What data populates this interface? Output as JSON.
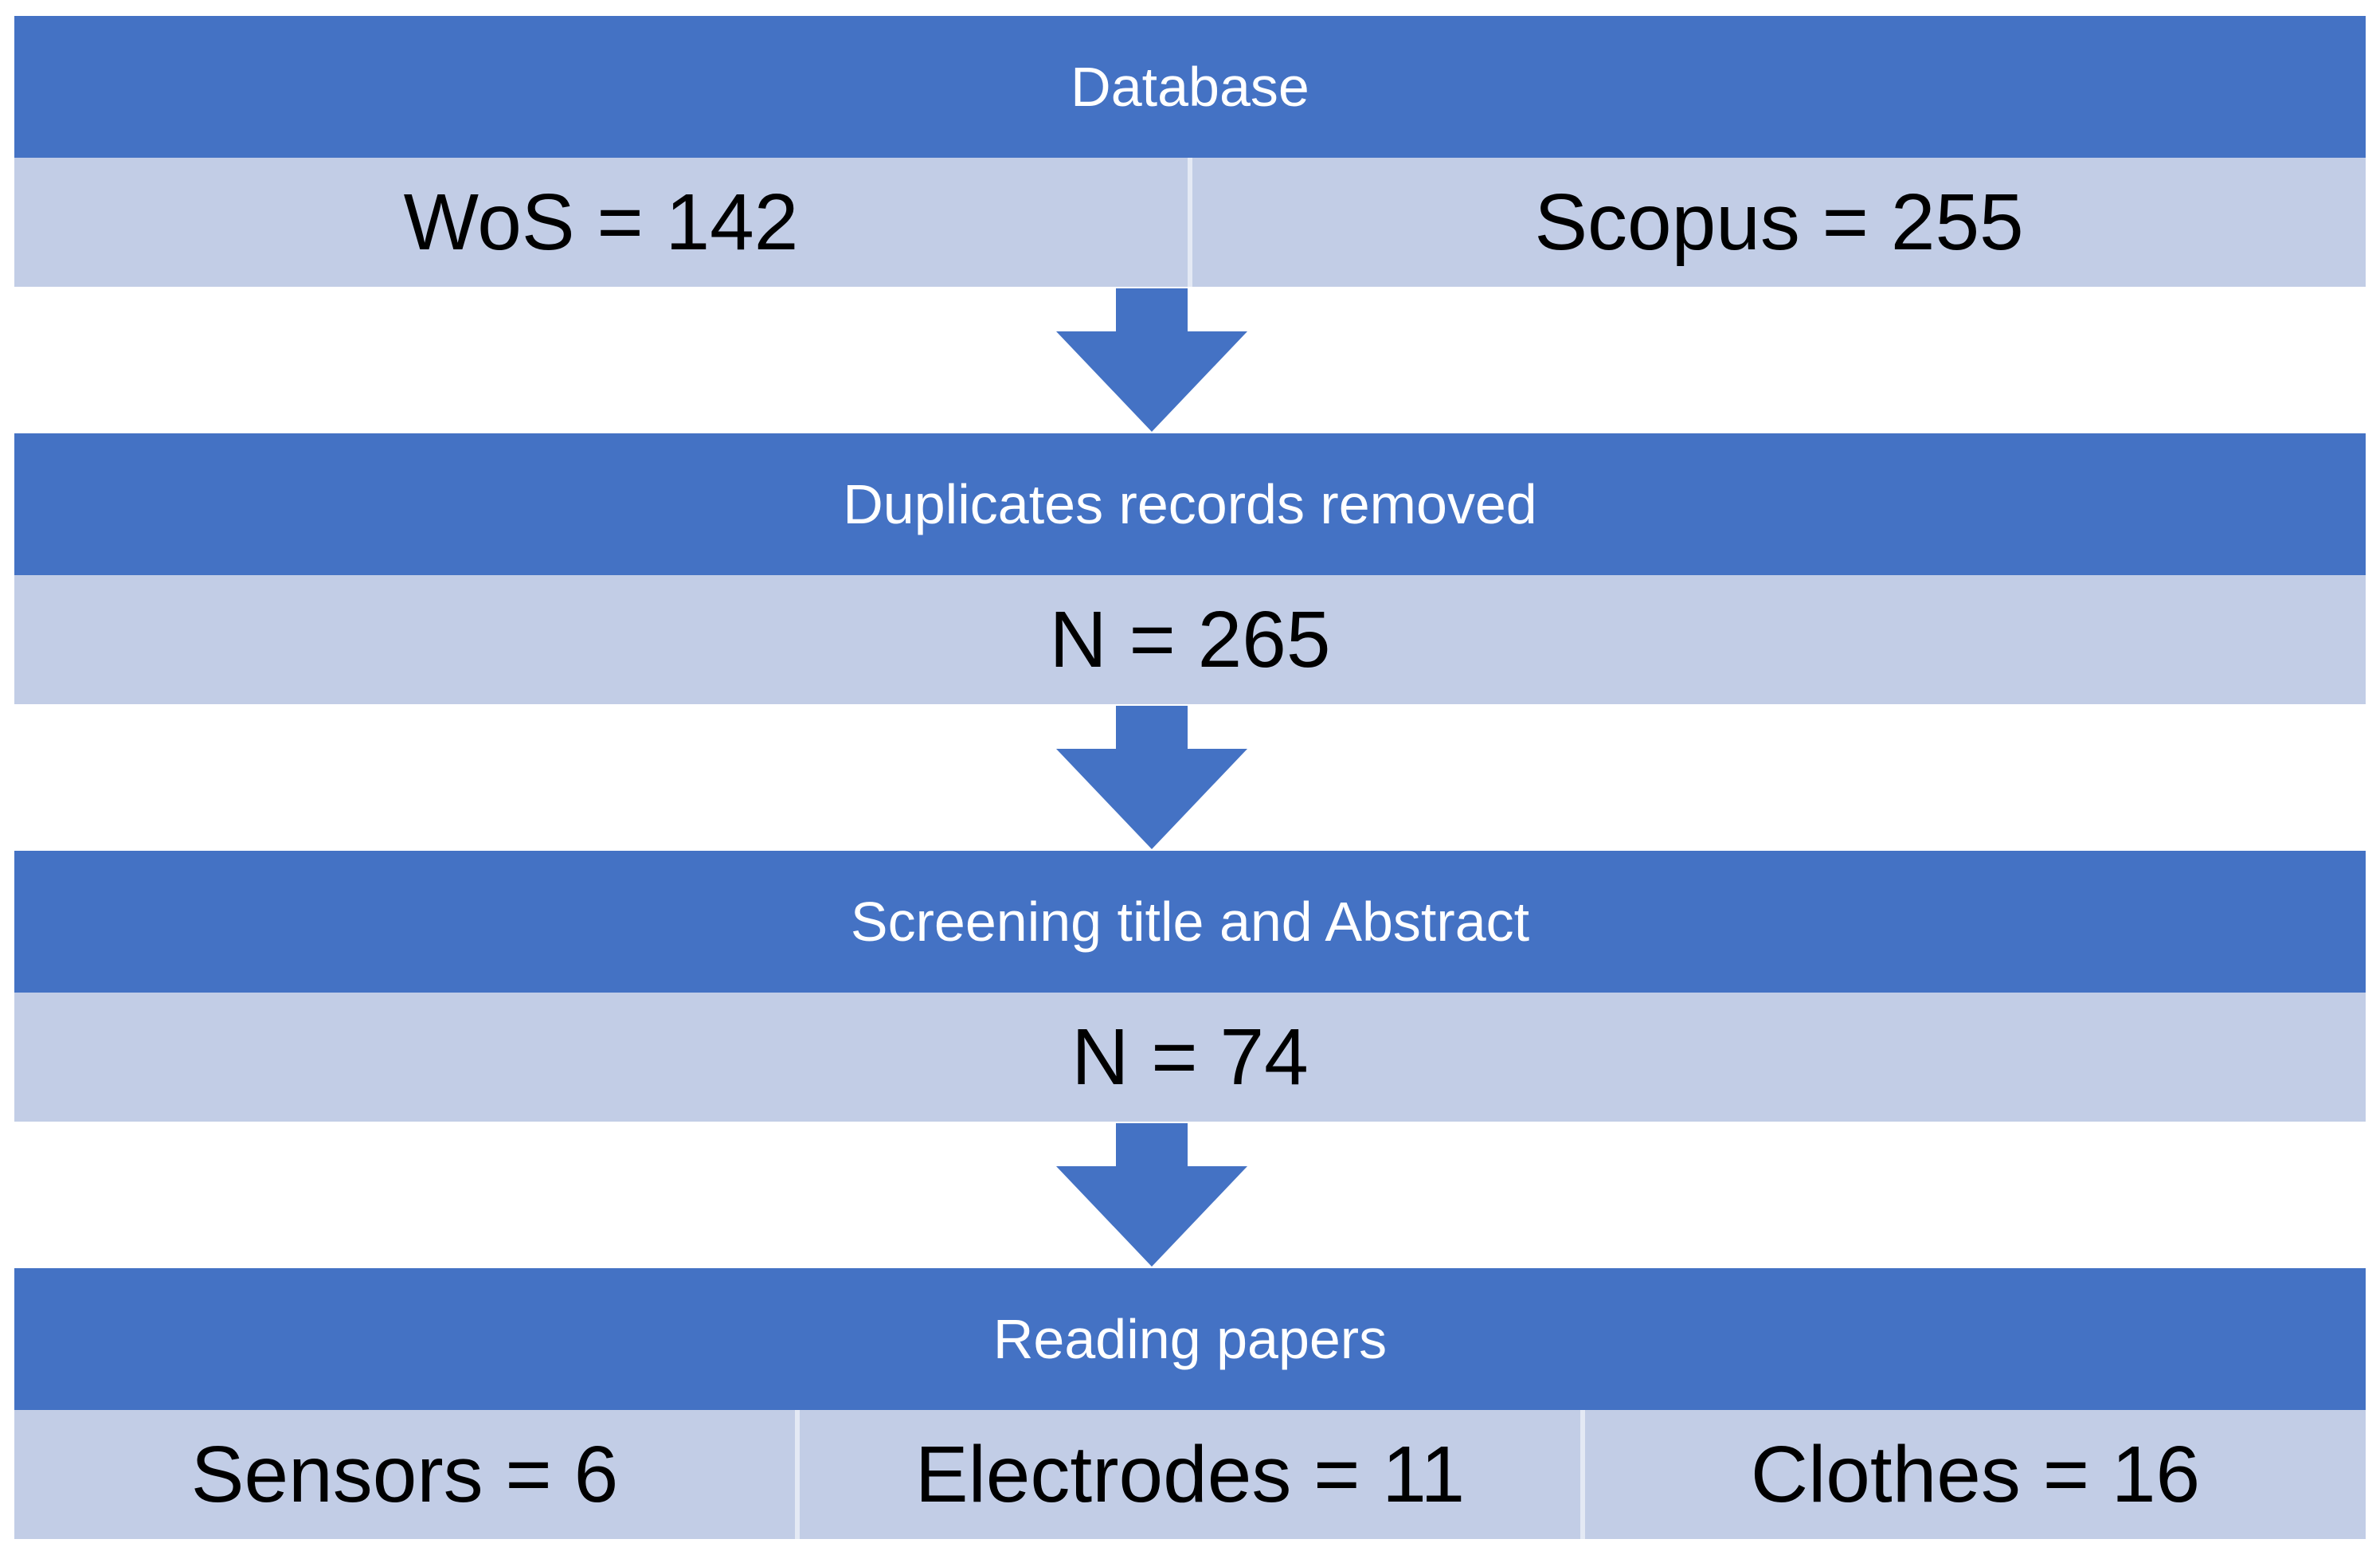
{
  "flow": {
    "stages": [
      {
        "title": "Database",
        "values": [
          "WoS = 142",
          "Scopus = 255"
        ]
      },
      {
        "title": "Duplicates records removed",
        "values": [
          "N = 265"
        ]
      },
      {
        "title": "Screening title and Abstract",
        "values": [
          "N = 74"
        ]
      },
      {
        "title": "Reading papers",
        "values": [
          "Sensors = 6",
          "Electrodes = 11",
          "Clothes = 16"
        ]
      }
    ]
  },
  "colors": {
    "header_fill": "#4472c4",
    "cell_fill": "#c2cde6",
    "arrow_fill": "#4472c4",
    "header_text": "#ffffff",
    "cell_text": "#000000"
  },
  "icons": {
    "connector": "down-arrow-icon"
  }
}
